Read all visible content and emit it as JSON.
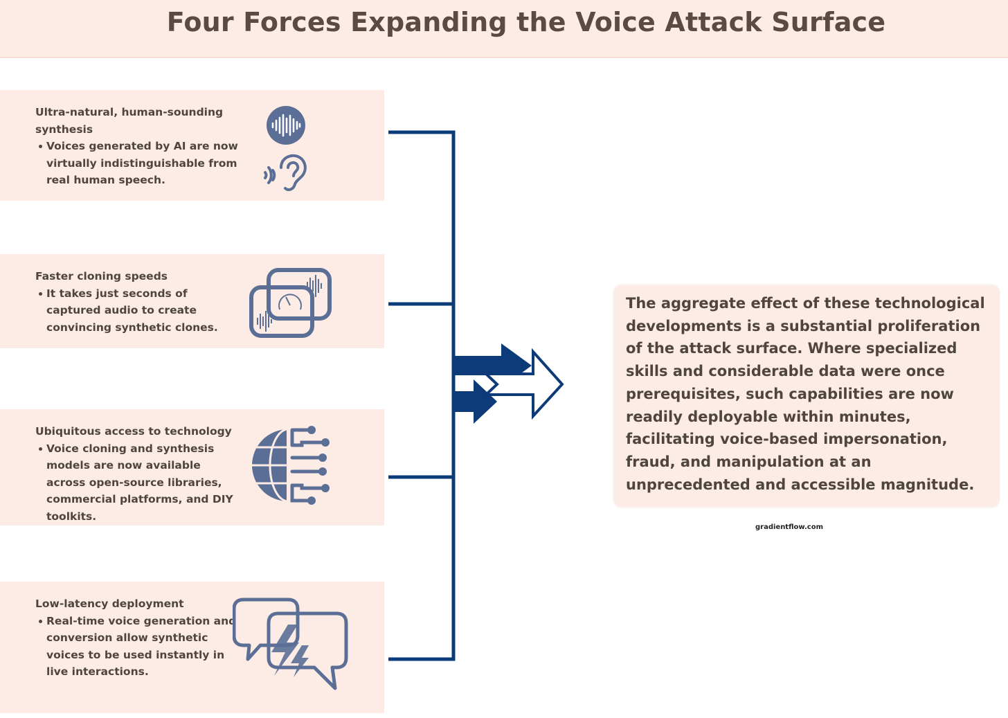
{
  "title": "Four Forces Expanding the Voice Attack Surface",
  "forces": [
    {
      "heading": "Ultra-natural, human-sounding synthesis",
      "bullet": "Voices generated by AI are now virtually indistinguishable from real human speech.",
      "icons": [
        "sound-wave-icon",
        "ear-icon"
      ]
    },
    {
      "heading": "Faster cloning speeds",
      "bullet": "It takes just seconds of captured audio to create convincing synthetic clones.",
      "icons": [
        "speed-clone-icon"
      ]
    },
    {
      "heading": "Ubiquitous access to technology",
      "bullet": "Voice cloning and synthesis models are now available across open-source libraries, commercial platforms, and DIY toolkits.",
      "icons": [
        "globe-circuit-icon"
      ]
    },
    {
      "heading": "Low-latency deployment",
      "bullet": "Real-time voice generation and conversion allow synthetic voices to be used instantly in live interactions.",
      "icons": [
        "lightning-chat-icon"
      ]
    }
  ],
  "summary": "The aggregate effect of these technological developments is a substantial proliferation of the attack surface. Where specialized skills and considerable data were once prerequisites, such capabilities are now readily deployable within minutes, facilitating voice-based impersonation, fraud, and manipulation at an unprecedented and accessible magnitude.",
  "source": "gradientflow.com",
  "colors": {
    "panel_bg": "#fcece5",
    "connector": "#0d3a78",
    "icon": "#5b6f96",
    "text": "#4f4540"
  }
}
